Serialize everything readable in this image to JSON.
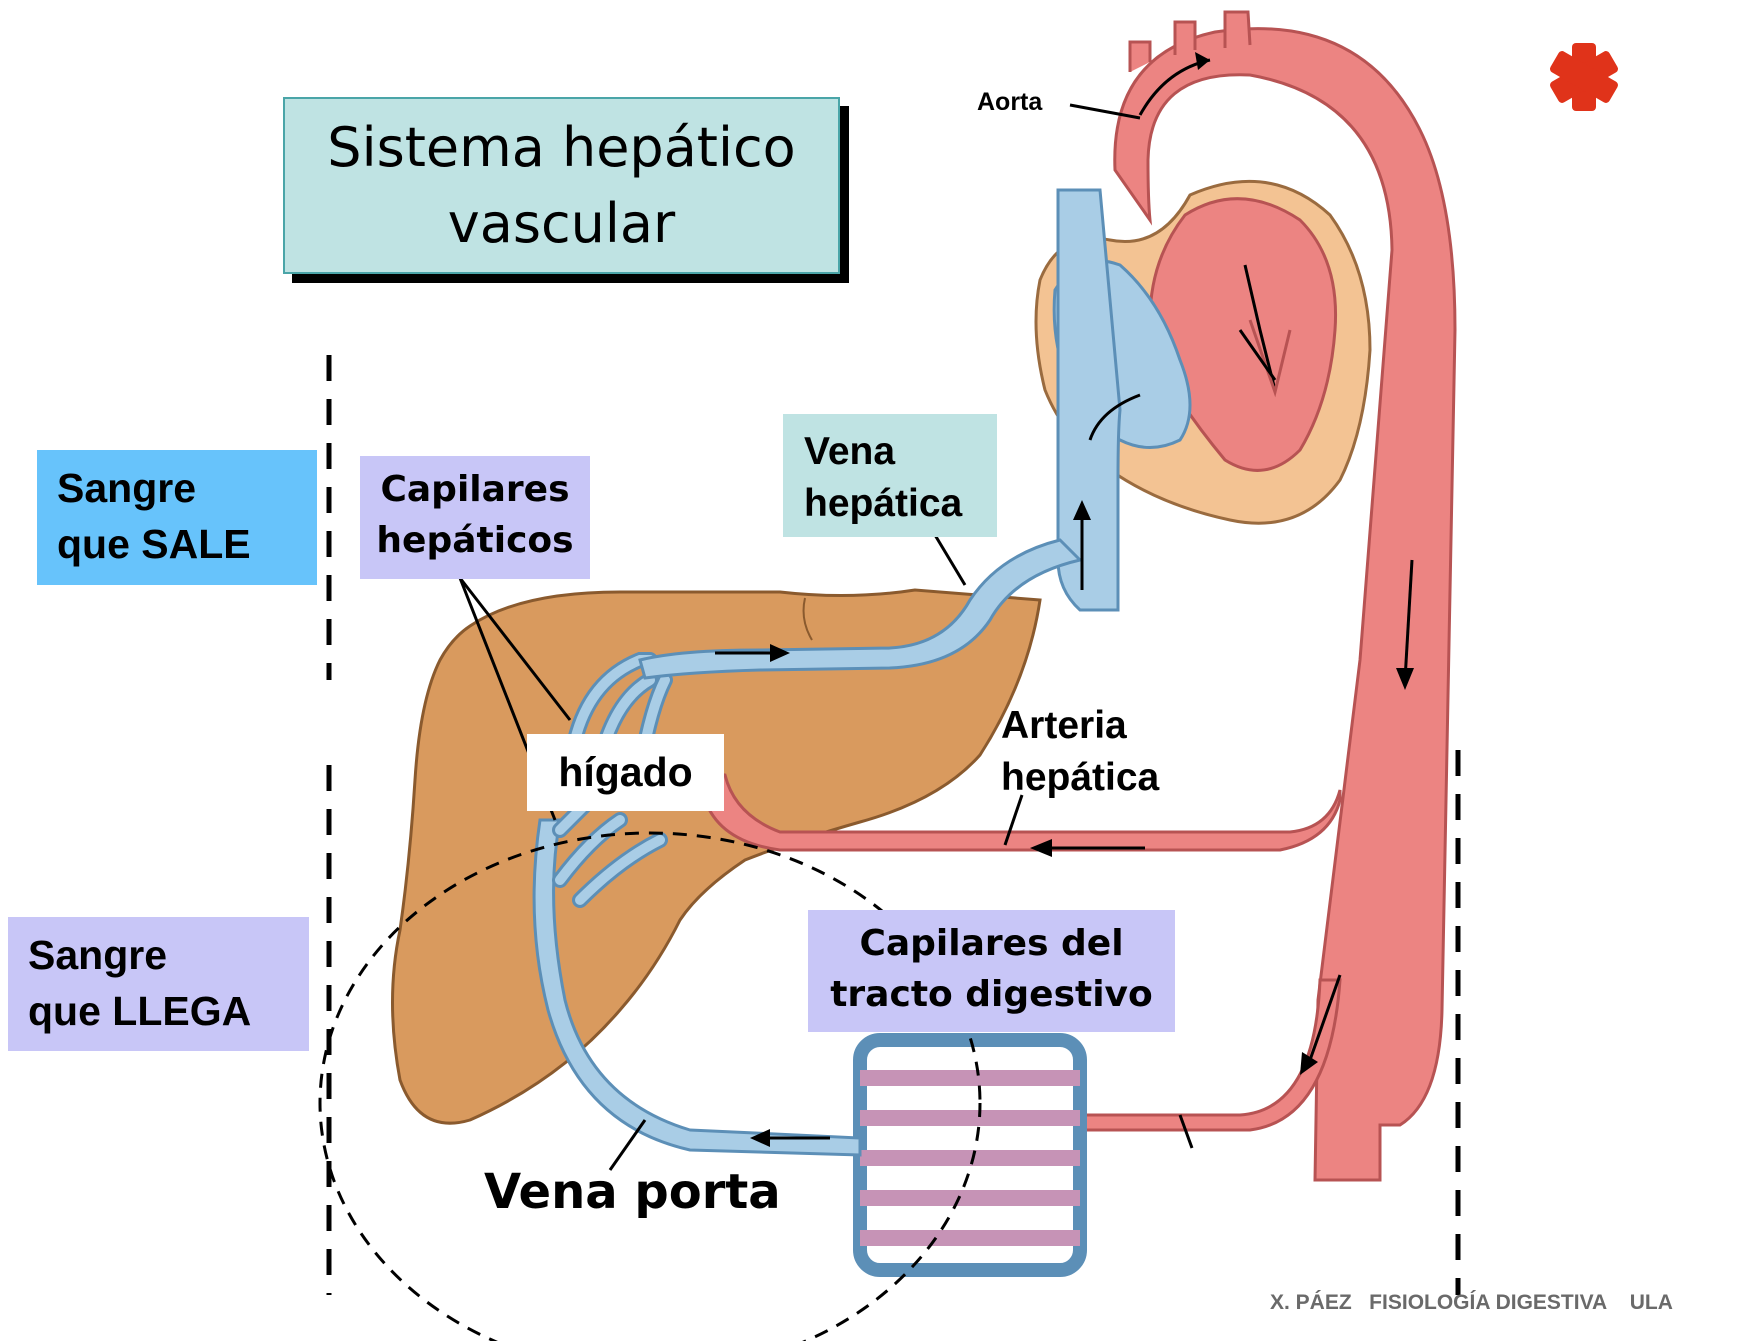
{
  "title": "Sistema hepático\nvascular",
  "labels": {
    "sangre_sale": "Sangre\nque SALE",
    "sangre_llega": "Sangre\nque LLEGA",
    "capilares_hepaticos": "Capilares\nhepáticos",
    "vena_hepatica": "Vena\nhepática",
    "higado": "hígado",
    "arteria_hepatica": "Arteria\nhepática",
    "capilares_tracto": "Capilares del\ntracto digestivo",
    "vena_porta": "Vena porta",
    "aorta": "Aorta"
  },
  "footer": "X. PÁEZ   FISIOLOGÍA DIGESTIVA    ULA",
  "colors": {
    "liver": "#d99a5e",
    "vein": "#a9cde6",
    "vein_outline": "#5c8fb7",
    "artery": "#ec8482",
    "artery_outline": "#b75353",
    "heart_outer": "#f3c393",
    "asterisk": "#e0331a",
    "title_bg": "#bfe3e3",
    "sale_bg": "#67c3fb",
    "llega_bg": "#c8c6f7"
  },
  "icons": [
    "asterisk-icon"
  ]
}
